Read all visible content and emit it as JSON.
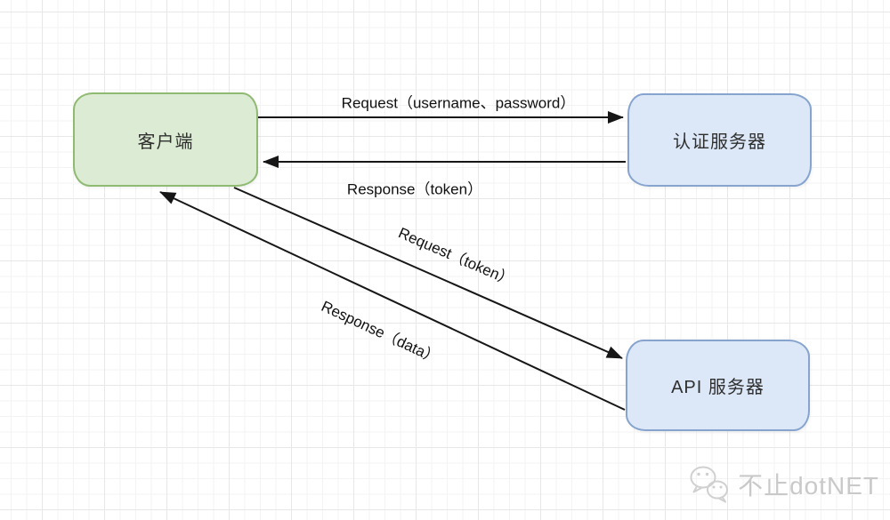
{
  "diagram": {
    "nodes": {
      "client": {
        "label": "客户端"
      },
      "auth_server": {
        "label": "认证服务器"
      },
      "api_server": {
        "label": "API 服务器"
      }
    },
    "edges": {
      "request_credentials": {
        "label": "Request（username、password）",
        "from": "client",
        "to": "auth_server"
      },
      "response_token": {
        "label": "Response（token）",
        "from": "auth_server",
        "to": "client"
      },
      "request_token": {
        "label": "Request（token）",
        "from": "client",
        "to": "api_server"
      },
      "response_data": {
        "label": "Response（data）",
        "from": "api_server",
        "to": "client"
      }
    },
    "colors": {
      "client_fill": "#dcebd3",
      "client_border": "#8fba71",
      "server_fill": "#dce8f8",
      "server_border": "#87a4cf",
      "arrow": "#161616",
      "label_text": "#101010",
      "grid_minor": "#f3f3f3",
      "grid_major": "#e7e7e7",
      "watermark": "#c9c9c9"
    }
  },
  "watermark": {
    "icon": "wechat-icon",
    "text": "不止dotNET"
  }
}
